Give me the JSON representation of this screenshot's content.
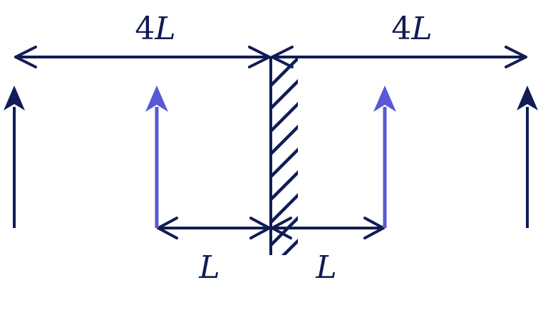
{
  "colors": {
    "dark": "#101C55",
    "accent": "#5858D8",
    "background": "#FFFFFF"
  },
  "labels": {
    "top_left_coef": "4",
    "top_left_var": "L",
    "top_right_coef": "4",
    "top_right_var": "L",
    "bottom_left_var": "L",
    "bottom_right_var": "L"
  }
}
